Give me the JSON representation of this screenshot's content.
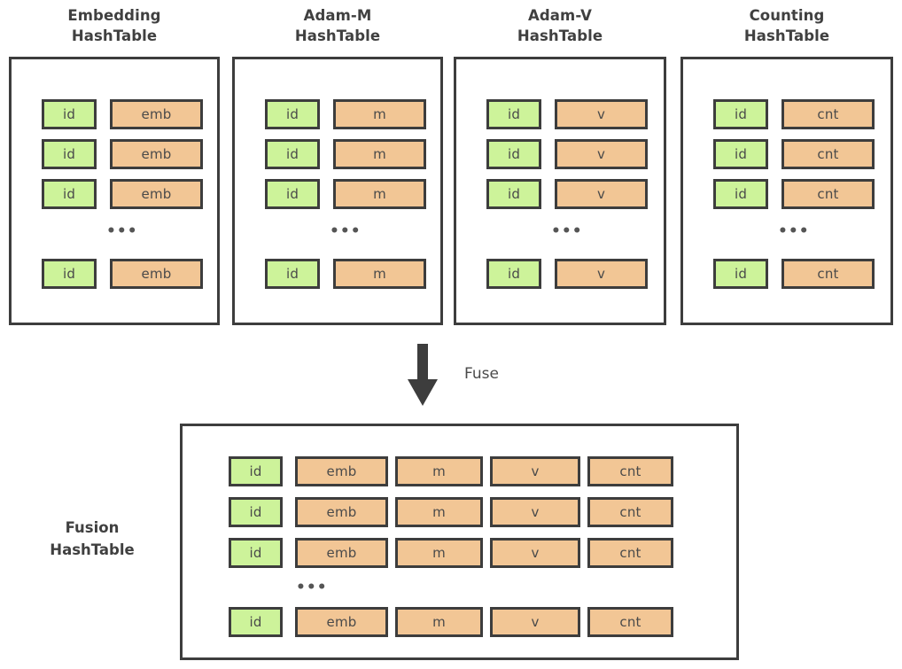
{
  "diagram": {
    "title": "Fusion HashTable",
    "fuse_label": "Fuse",
    "ellipsis": "•••",
    "colors": {
      "key_cell": "#cdf39a",
      "value_cell": "#f2c695",
      "border": "#3d3d3d",
      "text": "#404040",
      "background": "#ffffff"
    }
  },
  "source_tables": [
    {
      "title_line1": "Embedding",
      "title_line2": "HashTable",
      "key_label": "id",
      "value_label": "emb",
      "rows": [
        {
          "key": "id",
          "value": "emb"
        },
        {
          "key": "id",
          "value": "emb"
        },
        {
          "key": "id",
          "value": "emb"
        },
        {
          "key": "id",
          "value": "emb"
        }
      ]
    },
    {
      "title_line1": "Adam-M",
      "title_line2": "HashTable",
      "key_label": "id",
      "value_label": "m",
      "rows": [
        {
          "key": "id",
          "value": "m"
        },
        {
          "key": "id",
          "value": "m"
        },
        {
          "key": "id",
          "value": "m"
        },
        {
          "key": "id",
          "value": "m"
        }
      ]
    },
    {
      "title_line1": "Adam-V",
      "title_line2": "HashTable",
      "key_label": "id",
      "value_label": "v",
      "rows": [
        {
          "key": "id",
          "value": "v"
        },
        {
          "key": "id",
          "value": "v"
        },
        {
          "key": "id",
          "value": "v"
        },
        {
          "key": "id",
          "value": "v"
        }
      ]
    },
    {
      "title_line1": "Counting",
      "title_line2": "HashTable",
      "key_label": "id",
      "value_label": "cnt",
      "rows": [
        {
          "key": "id",
          "value": "cnt"
        },
        {
          "key": "id",
          "value": "cnt"
        },
        {
          "key": "id",
          "value": "cnt"
        },
        {
          "key": "id",
          "value": "cnt"
        }
      ]
    }
  ],
  "fusion_table": {
    "title_line1": "Fusion",
    "title_line2": "HashTable",
    "columns": [
      "id",
      "emb",
      "m",
      "v",
      "cnt"
    ],
    "rows": [
      [
        "id",
        "emb",
        "m",
        "v",
        "cnt"
      ],
      [
        "id",
        "emb",
        "m",
        "v",
        "cnt"
      ],
      [
        "id",
        "emb",
        "m",
        "v",
        "cnt"
      ],
      [
        "id",
        "emb",
        "m",
        "v",
        "cnt"
      ]
    ]
  }
}
